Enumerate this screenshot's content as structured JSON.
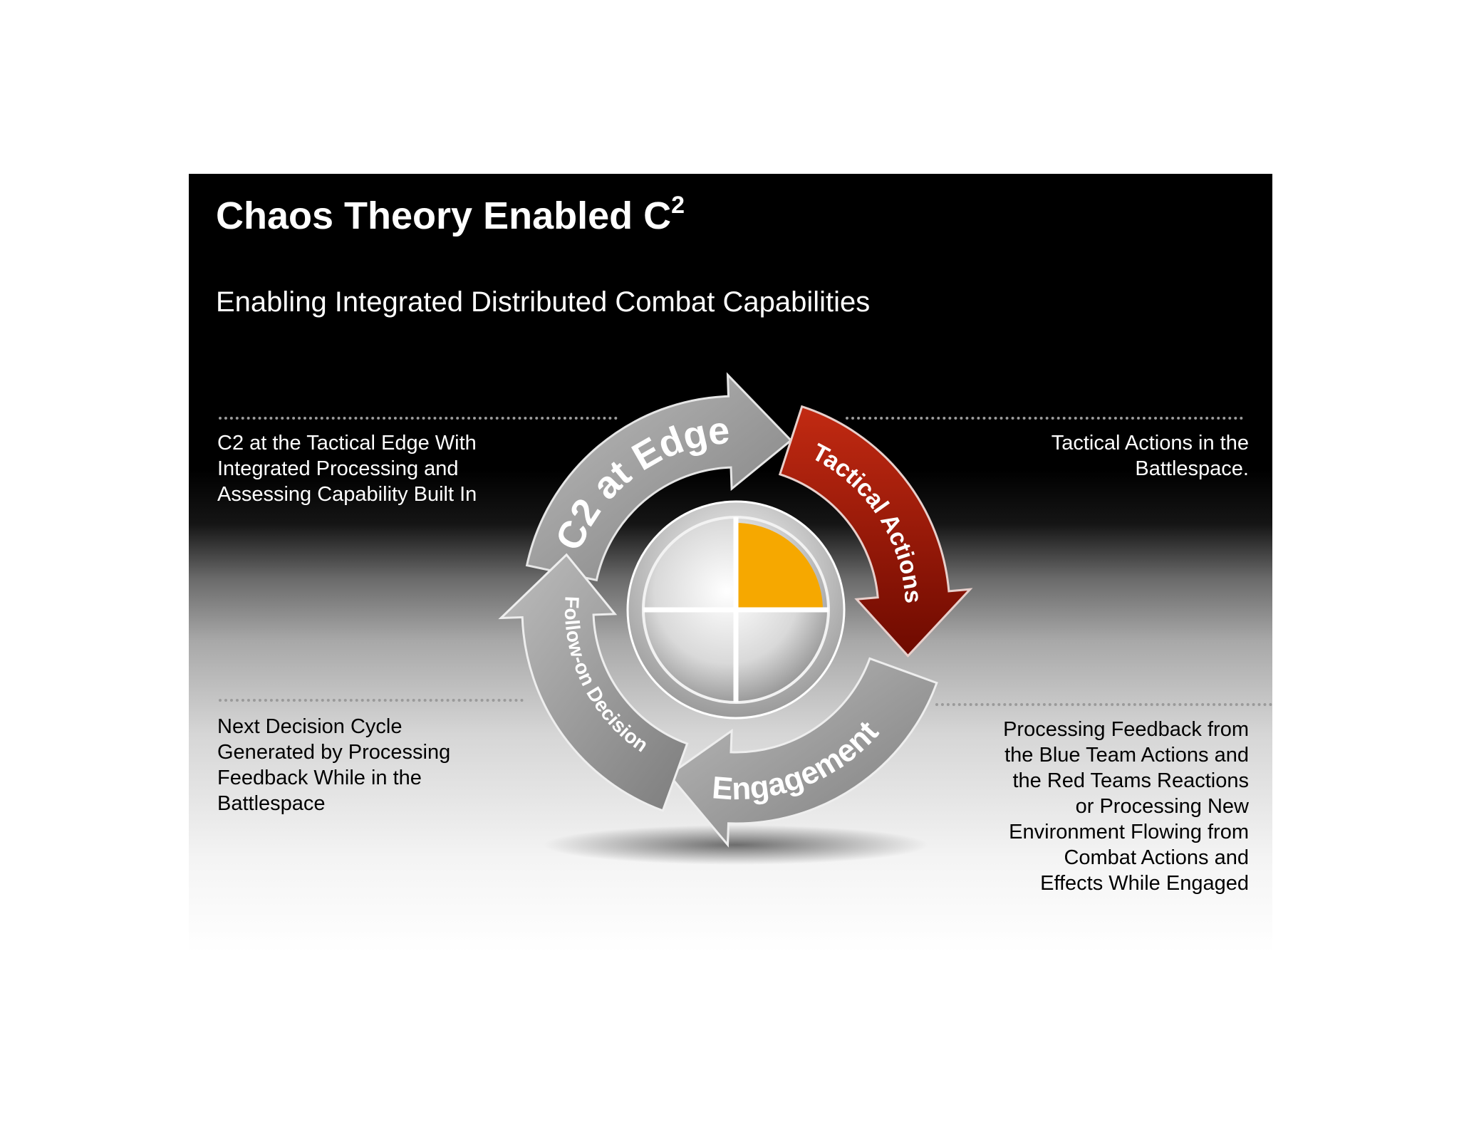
{
  "slide": {
    "title": "Chaos Theory Enabled C",
    "title_superscript": "2",
    "subtitle": "Enabling Integrated Distributed Combat Capabilities"
  },
  "cycle": {
    "arrows": {
      "c2_edge": "C2 at Edge",
      "tactical_actions": "Tactical Actions",
      "engagement": "Engagement",
      "follow_on": "Follow-on Decision"
    },
    "colors": {
      "tactical_actions": "#a81a08",
      "gray_arrow": "#9c9c9c",
      "highlight_quadrant": "#f6a800"
    }
  },
  "captions": {
    "top_left": [
      "C2 at the Tactical Edge With",
      "Integrated Processing and",
      "Assessing Capability Built In"
    ],
    "top_right": [
      "Tactical Actions in the",
      "Battlespace."
    ],
    "bottom_left": [
      "Next Decision Cycle",
      "Generated by Processing",
      "Feedback While in the",
      "Battlespace"
    ],
    "bottom_right": [
      "Processing Feedback from",
      "the Blue Team Actions and",
      "the Red Teams Reactions",
      "or Processing New",
      "Environment Flowing from",
      "Combat Actions and",
      "Effects While Engaged"
    ]
  }
}
